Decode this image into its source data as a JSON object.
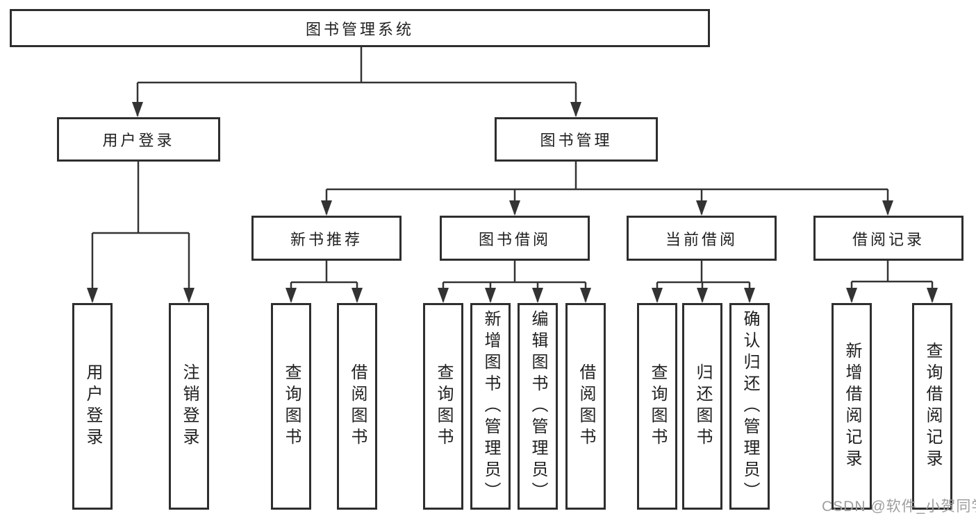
{
  "diagram": {
    "tree": {
      "label": "图书管理系统",
      "children": [
        {
          "label": "用户登录",
          "children": [
            {
              "label": "用户登录"
            },
            {
              "label": "注销登录"
            }
          ]
        },
        {
          "label": "图书管理",
          "children": [
            {
              "label": "新书推荐",
              "children": [
                {
                  "label": "查询图书"
                },
                {
                  "label": "借阅图书"
                }
              ]
            },
            {
              "label": "图书借阅",
              "children": [
                {
                  "label": "查询图书"
                },
                {
                  "label": "新增图书（管理员）"
                },
                {
                  "label": "编辑图书（管理员）"
                },
                {
                  "label": "借阅图书"
                }
              ]
            },
            {
              "label": "当前借阅",
              "children": [
                {
                  "label": "查询图书"
                },
                {
                  "label": "归还图书"
                },
                {
                  "label": "确认归还（管理员）"
                }
              ]
            },
            {
              "label": "借阅记录",
              "children": [
                {
                  "label": "新增借阅记录"
                },
                {
                  "label": "查询借阅记录"
                }
              ]
            }
          ]
        }
      ]
    },
    "watermark": "CSDN @软件_小贺同学",
    "colors": {
      "line": "#333333",
      "box_border": "#2e2e2e",
      "text": "#1f1f1f",
      "watermark_text": "#9e9e9e",
      "background": "#ffffff"
    }
  }
}
